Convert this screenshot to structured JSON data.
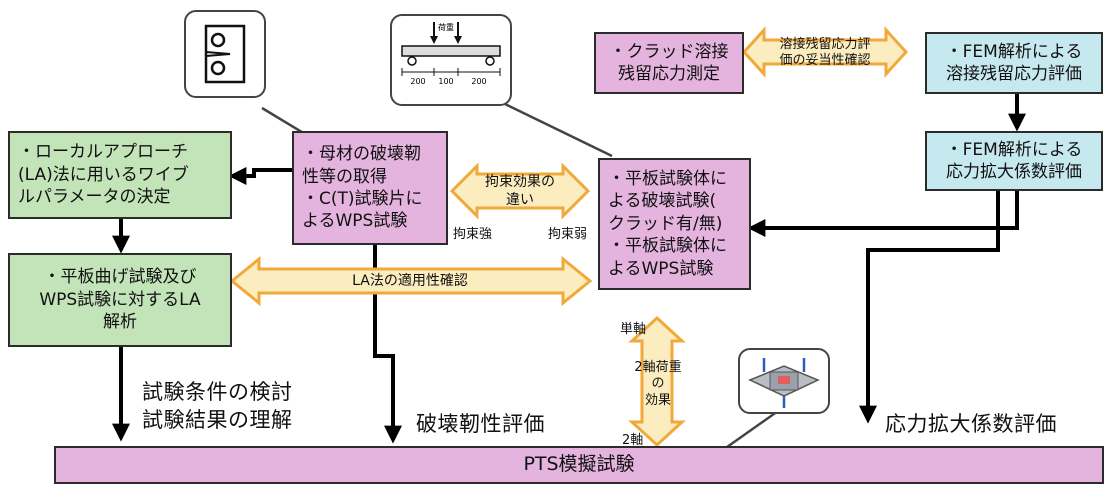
{
  "boxes": {
    "clad_measure": "・クラッド溶接\n残留応力測定",
    "fem_weld": "・FEM解析による\n溶接残留応力評価",
    "fem_sif": "・FEM解析による\n応力拡大係数評価",
    "local_approach": "・ローカルアプローチ\n(LA)法に用いるワイブ\nルパラメータの決定",
    "base_material": "・母材の破壊靭\n性等の取得\n・C(T)試験片に\nよるWPS試験",
    "plate_test": "・平板試験体に\nよる破壊試験(\nクラッド有/無)\n・平板試験体に\nよるWPS試験",
    "la_analysis": "・平板曲げ試験及び\nWPS試験に対するLA\n解析",
    "pts": "PTS模擬試験"
  },
  "arrows": {
    "weld_validity": "溶接残留応力評\n価の妥当性確認",
    "constraint_diff": "拘束効果の\n違い",
    "constraint_strong": "拘束強",
    "constraint_weak": "拘束弱",
    "la_applicability": "LA法の適用性確認",
    "uniaxial": "単軸",
    "biaxial": "2軸",
    "biaxial_effect": "2軸荷重の\n効果"
  },
  "outputs": {
    "test_conditions": "試験条件の検討\n試験結果の理解",
    "fracture_toughness": "破壊靭性評価",
    "sif_evaluation": "応力拡大係数評価"
  },
  "bend_test": {
    "load_label": "荷重",
    "dims": [
      "200",
      "100",
      "200"
    ]
  },
  "colors": {
    "pink": "#e4b4df",
    "green": "#c3e3b8",
    "cyan": "#c6e8ef",
    "yellow": "#fbedbf",
    "orange": "#f0a93a"
  }
}
